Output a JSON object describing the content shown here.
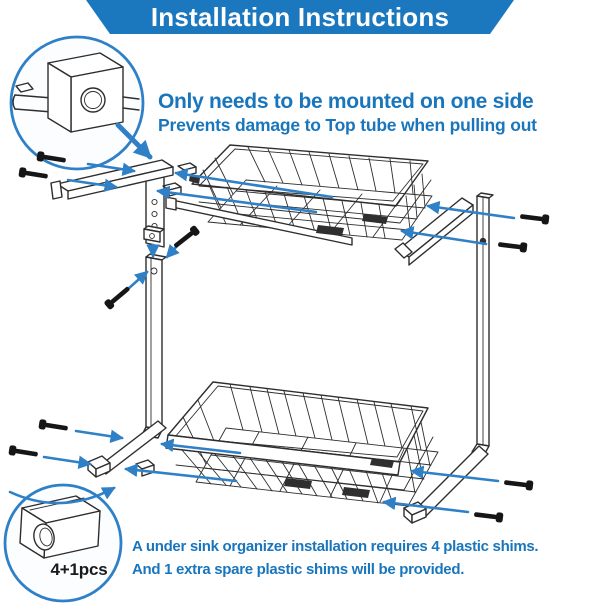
{
  "banner": {
    "title": "Installation Instructions"
  },
  "callout_top": {
    "heading": "Only needs to be mounted on one side",
    "subheading": "Prevents damage to Top tube when pulling out"
  },
  "shim_inset": {
    "quantity_label": "4+1pcs"
  },
  "footer_note": {
    "line1": "A under sink organizer installation requires 4 plastic shims.",
    "line2": "And 1 extra spare plastic shims will be provided."
  },
  "icons": {
    "top_inset": "bracket-over-tube-detail",
    "shim_inset": "plastic-shim-3d",
    "arrow": "assembly-direction-arrow",
    "screw": "mounting-screw"
  },
  "colors": {
    "banner_blue": "#1b78be",
    "text_blue": "#1a76bc",
    "arrow_blue": "#2f80c6",
    "line_dark": "#2e2e2e",
    "screw_black": "#161616"
  }
}
